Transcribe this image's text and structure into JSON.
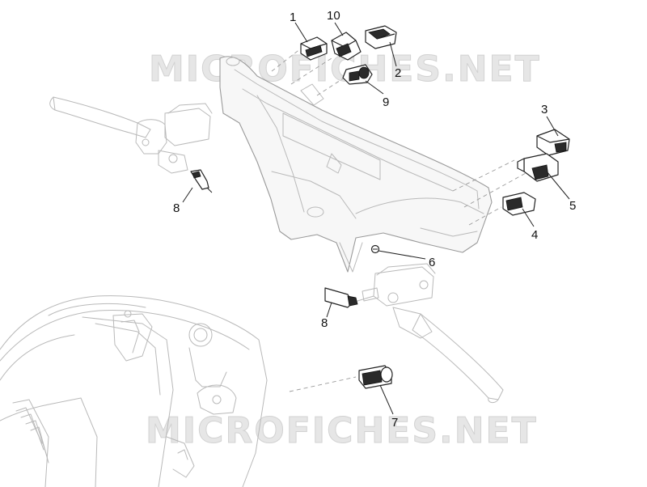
{
  "watermark": "MICROFICHES.NET",
  "callouts": [
    {
      "id": "c1",
      "text": "1"
    },
    {
      "id": "c10",
      "text": "10"
    },
    {
      "id": "c2",
      "text": "2"
    },
    {
      "id": "c9",
      "text": "9"
    },
    {
      "id": "c3",
      "text": "3"
    },
    {
      "id": "c5",
      "text": "5"
    },
    {
      "id": "c4",
      "text": "4"
    },
    {
      "id": "c6",
      "text": "6"
    },
    {
      "id": "c8a",
      "text": "8"
    },
    {
      "id": "c8b",
      "text": "8"
    },
    {
      "id": "c7",
      "text": "7"
    }
  ],
  "colors": {
    "line": "#222222",
    "body": "#9a9a9a",
    "watermark": "#d2d2d2"
  }
}
